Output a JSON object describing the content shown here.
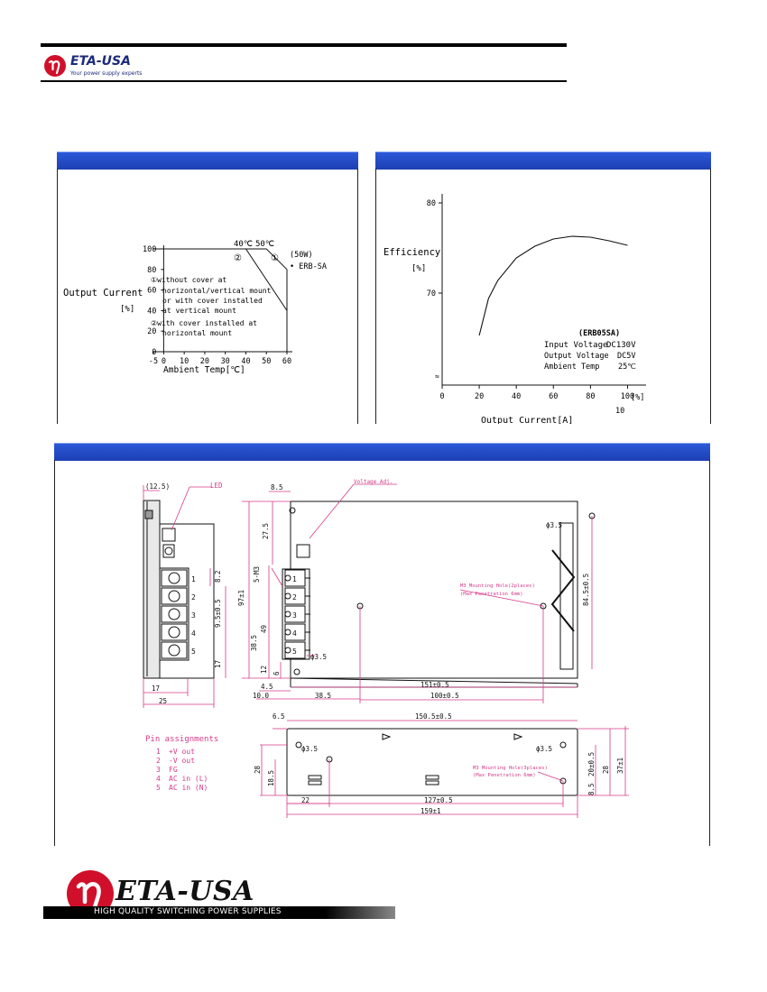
{
  "header": {
    "brand": "ETA-USA",
    "tagline": "Your power supply experts"
  },
  "derating": {
    "ylabel": "Output Current",
    "yunit": "[%]",
    "xlabel": "Ambient Temp[℃]",
    "temp_40": "40℃",
    "temp_50": "50℃",
    "mark_1": "①",
    "mark_2": "②",
    "model_watt": "(50W)",
    "model_name": "• ERB-SA",
    "note1_line1": "①without cover at",
    "note1_line2": "horizontal/vertical mount",
    "note1_line3": "or with cover installed",
    "note1_line4": "at vertical mount",
    "note2_line1": "②with cover installed at",
    "note2_line2": "horizontal mount"
  },
  "efficiency": {
    "ylabel": "Efficiency",
    "yunit": "[%]",
    "xlabel": "Output Current[A]",
    "x_unit": "[%]",
    "x_full_label": "10",
    "break_mark": "≈",
    "model": "(ERB05SA)",
    "input_label": "Input Voltage",
    "input_value": "DC130V",
    "output_label": "Output Voltage",
    "output_value": "DC5V",
    "ambient_label": "Ambient Temp",
    "ambient_value": "25℃"
  },
  "chart_data": [
    {
      "type": "line",
      "x": [
        -5,
        0,
        10,
        20,
        30,
        40,
        50,
        60
      ],
      "x_ticks": [
        "-5",
        "0",
        "10",
        "20",
        "30",
        "40",
        "50",
        "60"
      ],
      "y_ticks": [
        "0",
        "20",
        "40",
        "60",
        "80",
        "100"
      ],
      "xlim": [
        -5,
        60
      ],
      "ylim": [
        0,
        100
      ],
      "xlabel": "Ambient Temp[℃]",
      "ylabel": "Output Current [%]",
      "series": [
        {
          "name": "①",
          "points": [
            [
              -5,
              100
            ],
            [
              50,
              100
            ],
            [
              60,
              80
            ],
            [
              60,
              0
            ]
          ]
        },
        {
          "name": "②",
          "points": [
            [
              -5,
              100
            ],
            [
              40,
              100
            ],
            [
              60,
              40
            ],
            [
              60,
              0
            ]
          ]
        }
      ]
    },
    {
      "type": "line",
      "x_ticks": [
        "0",
        "20",
        "40",
        "60",
        "80",
        "100"
      ],
      "y_ticks": [
        "70",
        "80"
      ],
      "xlim": [
        0,
        110
      ],
      "ylim": [
        60,
        80
      ],
      "xlabel": "Output Current[A]",
      "ylabel": "Efficiency [%]",
      "series": [
        {
          "points": [
            [
              20,
              65.3
            ],
            [
              25,
              69.4
            ],
            [
              30,
              71.4
            ],
            [
              40,
              73.9
            ],
            [
              50,
              75.2
            ],
            [
              60,
              76.0
            ],
            [
              70,
              76.3
            ],
            [
              80,
              76.2
            ],
            [
              90,
              75.8
            ],
            [
              100,
              75.3
            ]
          ]
        }
      ]
    }
  ],
  "drawing": {
    "dims": [
      "(12.5)",
      "LED",
      "8.5",
      "Voltage Adj.",
      "27.5",
      "5-M3",
      "97±1",
      "49",
      "38.5",
      "12",
      "6",
      "8.2",
      "9.5±0.5",
      "17",
      "17",
      "25",
      "ϕ3.5",
      "ϕ3.5",
      "84.5±0.5",
      "M3 Mounting Hole(2places)",
      "(Max Penetration 6mm)",
      "4.5",
      "10.0",
      "38.5",
      "151±0.5",
      "100±0.5",
      "6.5",
      "150.5±0.5",
      "ϕ3.5",
      "ϕ3.5",
      "28",
      "18.5",
      "20±0.5",
      "28",
      "37±1",
      "8.5",
      "M3 Mounting Hole(3places)",
      "(Max Penetration 6mm)",
      "22",
      "127±0.5",
      "159±1"
    ],
    "terminals": [
      "1",
      "2",
      "3",
      "4",
      "5"
    ]
  },
  "pins": {
    "title": "Pin assignments",
    "rows": [
      {
        "num": "1",
        "label": "+V out"
      },
      {
        "num": "2",
        "label": "-V out"
      },
      {
        "num": "3",
        "label": "FG"
      },
      {
        "num": "4",
        "label": "AC in (L)"
      },
      {
        "num": "5",
        "label": "AC in (N)"
      }
    ]
  },
  "footer": {
    "brand": "ETA-USA",
    "tagline": "HIGH QUALITY SWITCHING POWER SUPPLIES"
  },
  "colors": {
    "panel_bar": "#1d3fb2",
    "dim_pink": "#d63a8a",
    "logo_red": "#d0102a"
  }
}
